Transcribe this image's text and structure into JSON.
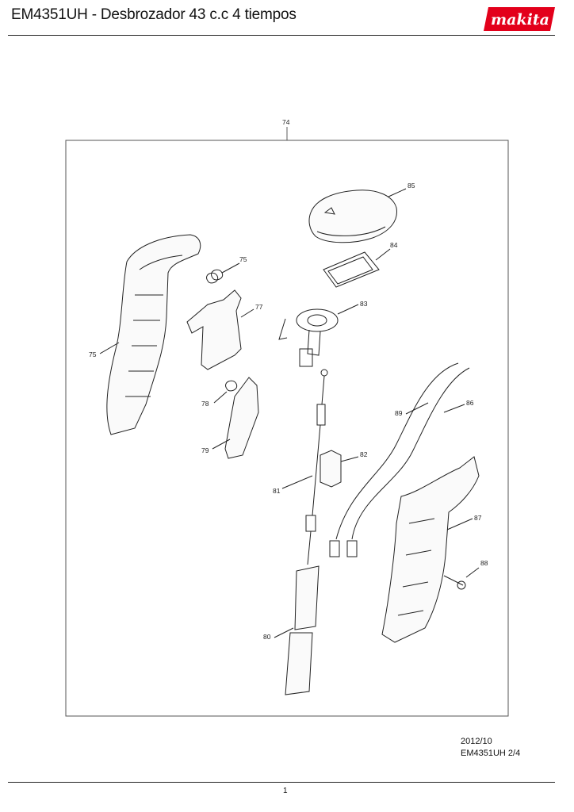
{
  "header": {
    "title": "EM4351UH - Desbrozador 43 c.c 4 tiempos",
    "brand": "makita",
    "brand_color": "#e3001b"
  },
  "diagram": {
    "labels": {
      "p74": "74",
      "p75a": "75",
      "p75b": "75",
      "p77": "77",
      "p78": "78",
      "p79": "79",
      "p80": "80",
      "p81": "81",
      "p82": "82",
      "p83": "83",
      "p84": "84",
      "p85": "85",
      "p86": "86",
      "p87": "87",
      "p88": "88",
      "p89": "89"
    }
  },
  "footer": {
    "date": "2012/10",
    "code": "EM4351UH 2/4",
    "page_number": "1"
  }
}
